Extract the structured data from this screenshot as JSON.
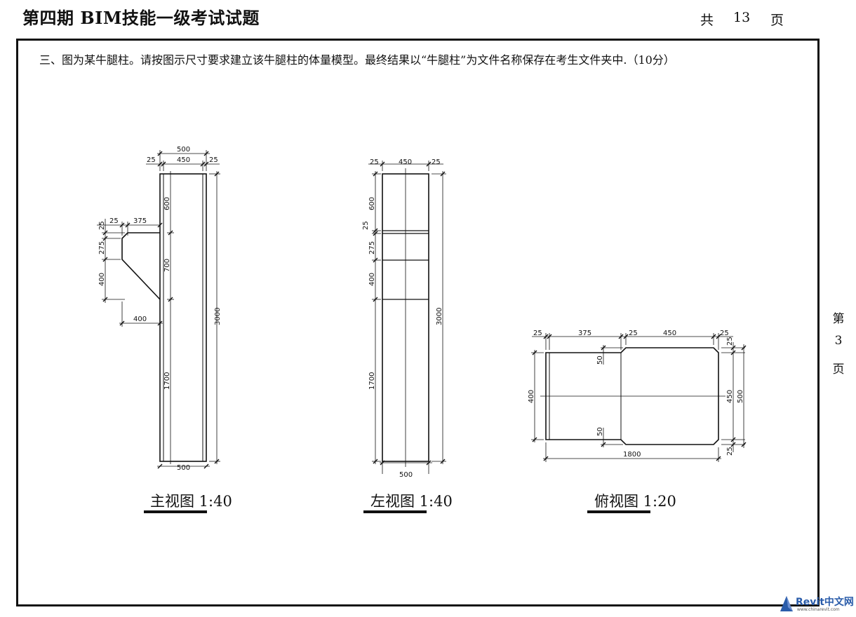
{
  "header": {
    "title": "第四期 BIM技能一级考试试题",
    "page_total": {
      "prefix": "共",
      "count": "13",
      "suffix": "页"
    }
  },
  "side_page": {
    "prefix": "第",
    "number": "3",
    "suffix": "页"
  },
  "question": {
    "text": "三、图为某牛腿柱。请按图示尺寸要求建立该牛腿柱的体量模型。最终结果以“牛腿柱”为文件名称保存在考生文件夹中.（10分）"
  },
  "front_view": {
    "caption": "主视图 1:40",
    "dims": {
      "top_total": "500",
      "top_inner": "450",
      "top_left": "25",
      "top_right": "25",
      "bottom_width": "500",
      "height_total": "3000",
      "seg_top": "600",
      "seg_mid": "700",
      "seg_bottom": "1700",
      "corbel_top_gap": "25",
      "corbel_width": "375",
      "corbel_chamfer": "25",
      "corbel_vertical": "275",
      "corbel_slope": "400",
      "corbel_projection": "400"
    }
  },
  "left_view": {
    "caption": "左视图 1:40",
    "dims": {
      "top_inner": "450",
      "top_left": "25",
      "top_right": "25",
      "seg_600": "600",
      "seg_25": "25",
      "seg_275": "275",
      "seg_400": "400",
      "seg_1700": "1700",
      "height_total": "3000",
      "bottom_width": "500"
    }
  },
  "top_view": {
    "caption": "俯视图 1:20",
    "dims": {
      "top_25a": "25",
      "top_375": "375",
      "top_25b": "25",
      "top_450": "450",
      "top_25c": "25",
      "right_25_top": "25",
      "right_450": "450",
      "right_500": "500",
      "right_25_bottom": "25",
      "left_400": "400",
      "chamfer_50_top": "50",
      "chamfer_50_bottom": "50",
      "bottom_1800": "1800"
    }
  },
  "watermark": {
    "brand": "Revit中文网",
    "url": "www.chinarevit.com"
  }
}
